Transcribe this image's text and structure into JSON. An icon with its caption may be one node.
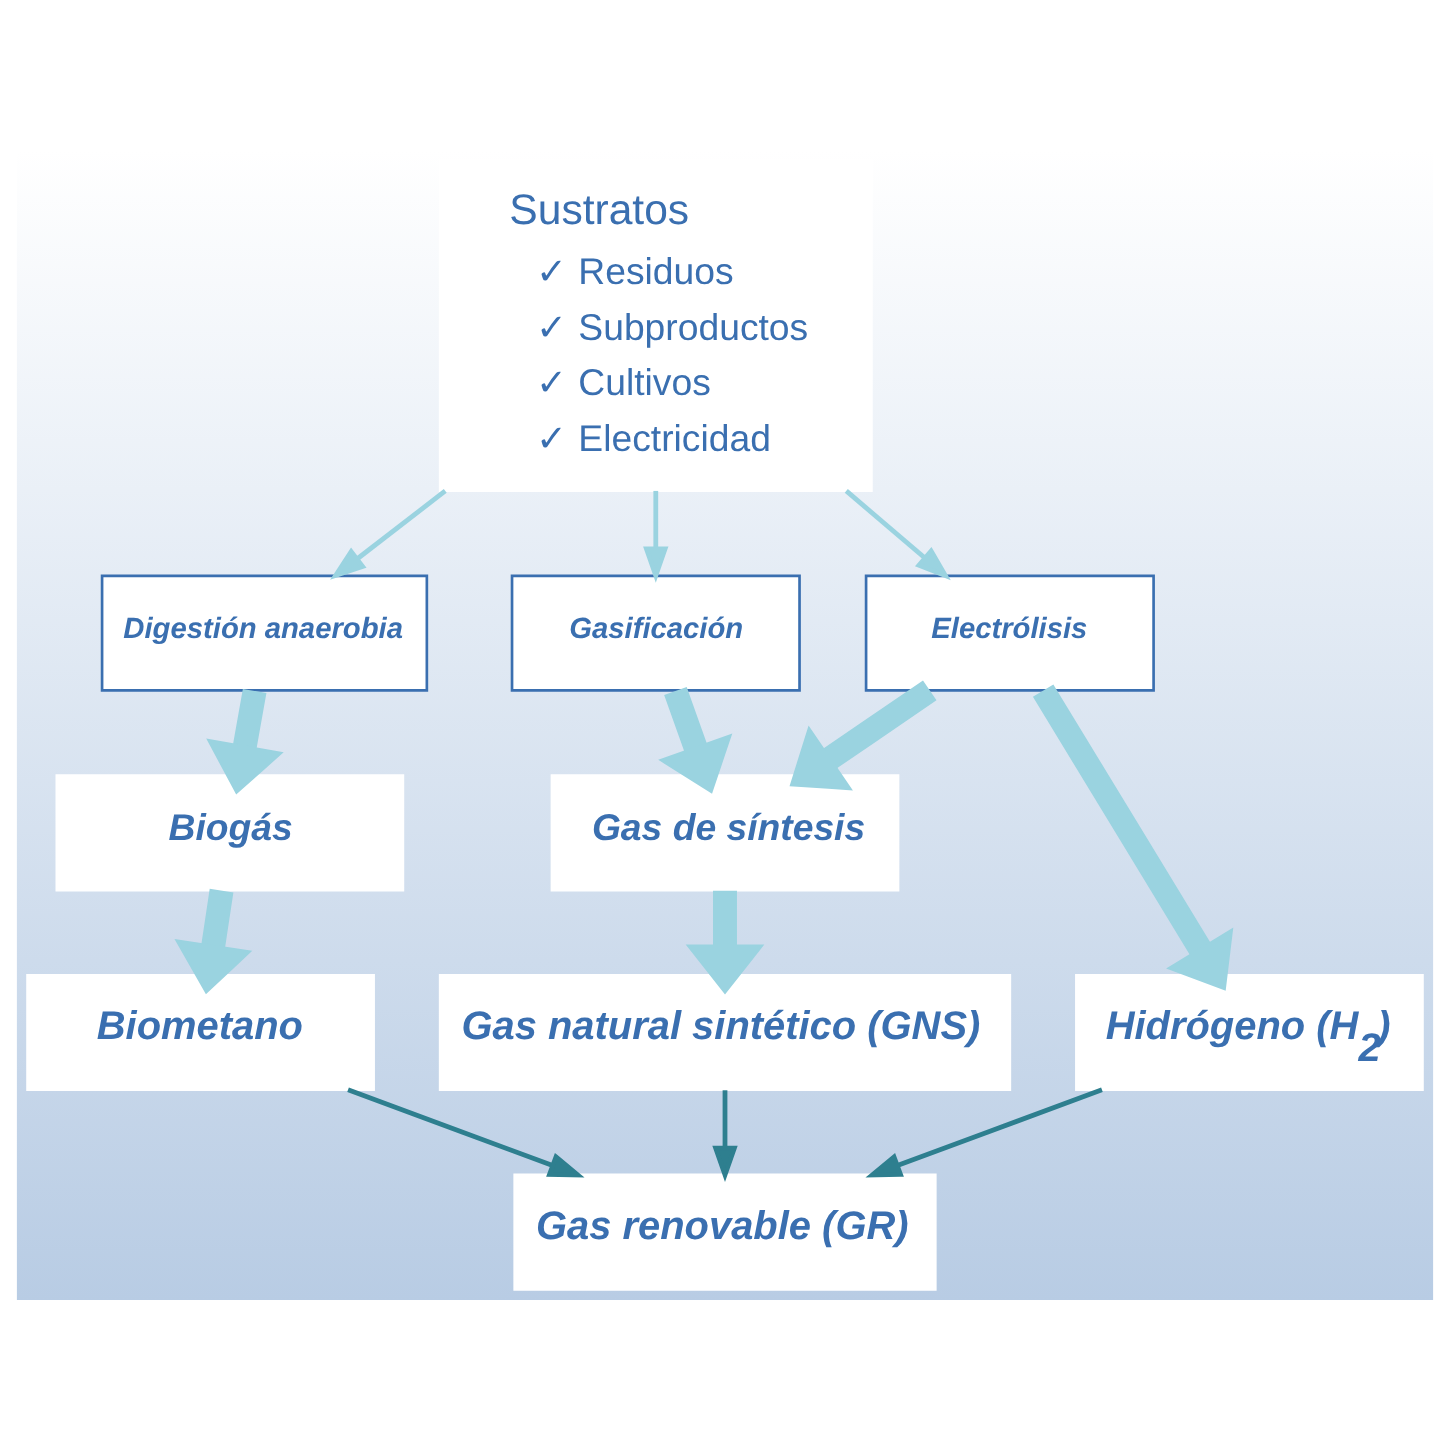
{
  "diagram": {
    "nodes": [
      {
        "text": [
          "Sustratos",
          "✓ Residuos",
          "✓ Subproductos",
          "✓ Cultivos",
          "✓ Electricidad"
        ]
      },
      {
        "text": [
          "Digestión anaerobia"
        ]
      },
      {
        "text": [
          "Gasificación"
        ]
      },
      {
        "text": [
          "Electrólisis"
        ]
      },
      {
        "text": [
          "Biogás"
        ]
      },
      {
        "text": [
          "Gas de síntesis"
        ]
      },
      {
        "text": [
          "Biometano"
        ]
      },
      {
        "text": [
          "Gas natural sintético (GNS)"
        ]
      },
      {
        "text": [
          "Hidrógeno (H$_{2}$)"
        ]
      },
      {
        "text": [
          "Gas renovable (GR)"
        ]
      }
    ],
    "edges": [
      {
        "from": 0,
        "to": 1,
        "arrow": "to"
      },
      {
        "from": 0,
        "to": 2,
        "arrow": "to"
      },
      {
        "from": 0,
        "to": 3,
        "arrow": "to"
      },
      {
        "from": 1,
        "to": 4,
        "arrow": "to",
        "style": "thick"
      },
      {
        "from": 2,
        "to": 5,
        "arrow": "to",
        "style": "thick"
      },
      {
        "from": 3,
        "to": 5,
        "arrow": "to",
        "style": "thick"
      },
      {
        "from": 4,
        "to": 6,
        "arrow": "to",
        "style": "thick"
      },
      {
        "from": 5,
        "to": 7,
        "arrow": "to",
        "style": "thick"
      },
      {
        "from": 3,
        "to": 8,
        "arrow": "to",
        "style": "thick"
      },
      {
        "from": 6,
        "to": 9,
        "arrow": "to",
        "color": "#2e7f8f"
      },
      {
        "from": 7,
        "to": 9,
        "arrow": "to",
        "color": "#2e7f8f"
      },
      {
        "from": 8,
        "to": 9,
        "arrow": "to",
        "color": "#2e7f8f"
      }
    ]
  }
}
